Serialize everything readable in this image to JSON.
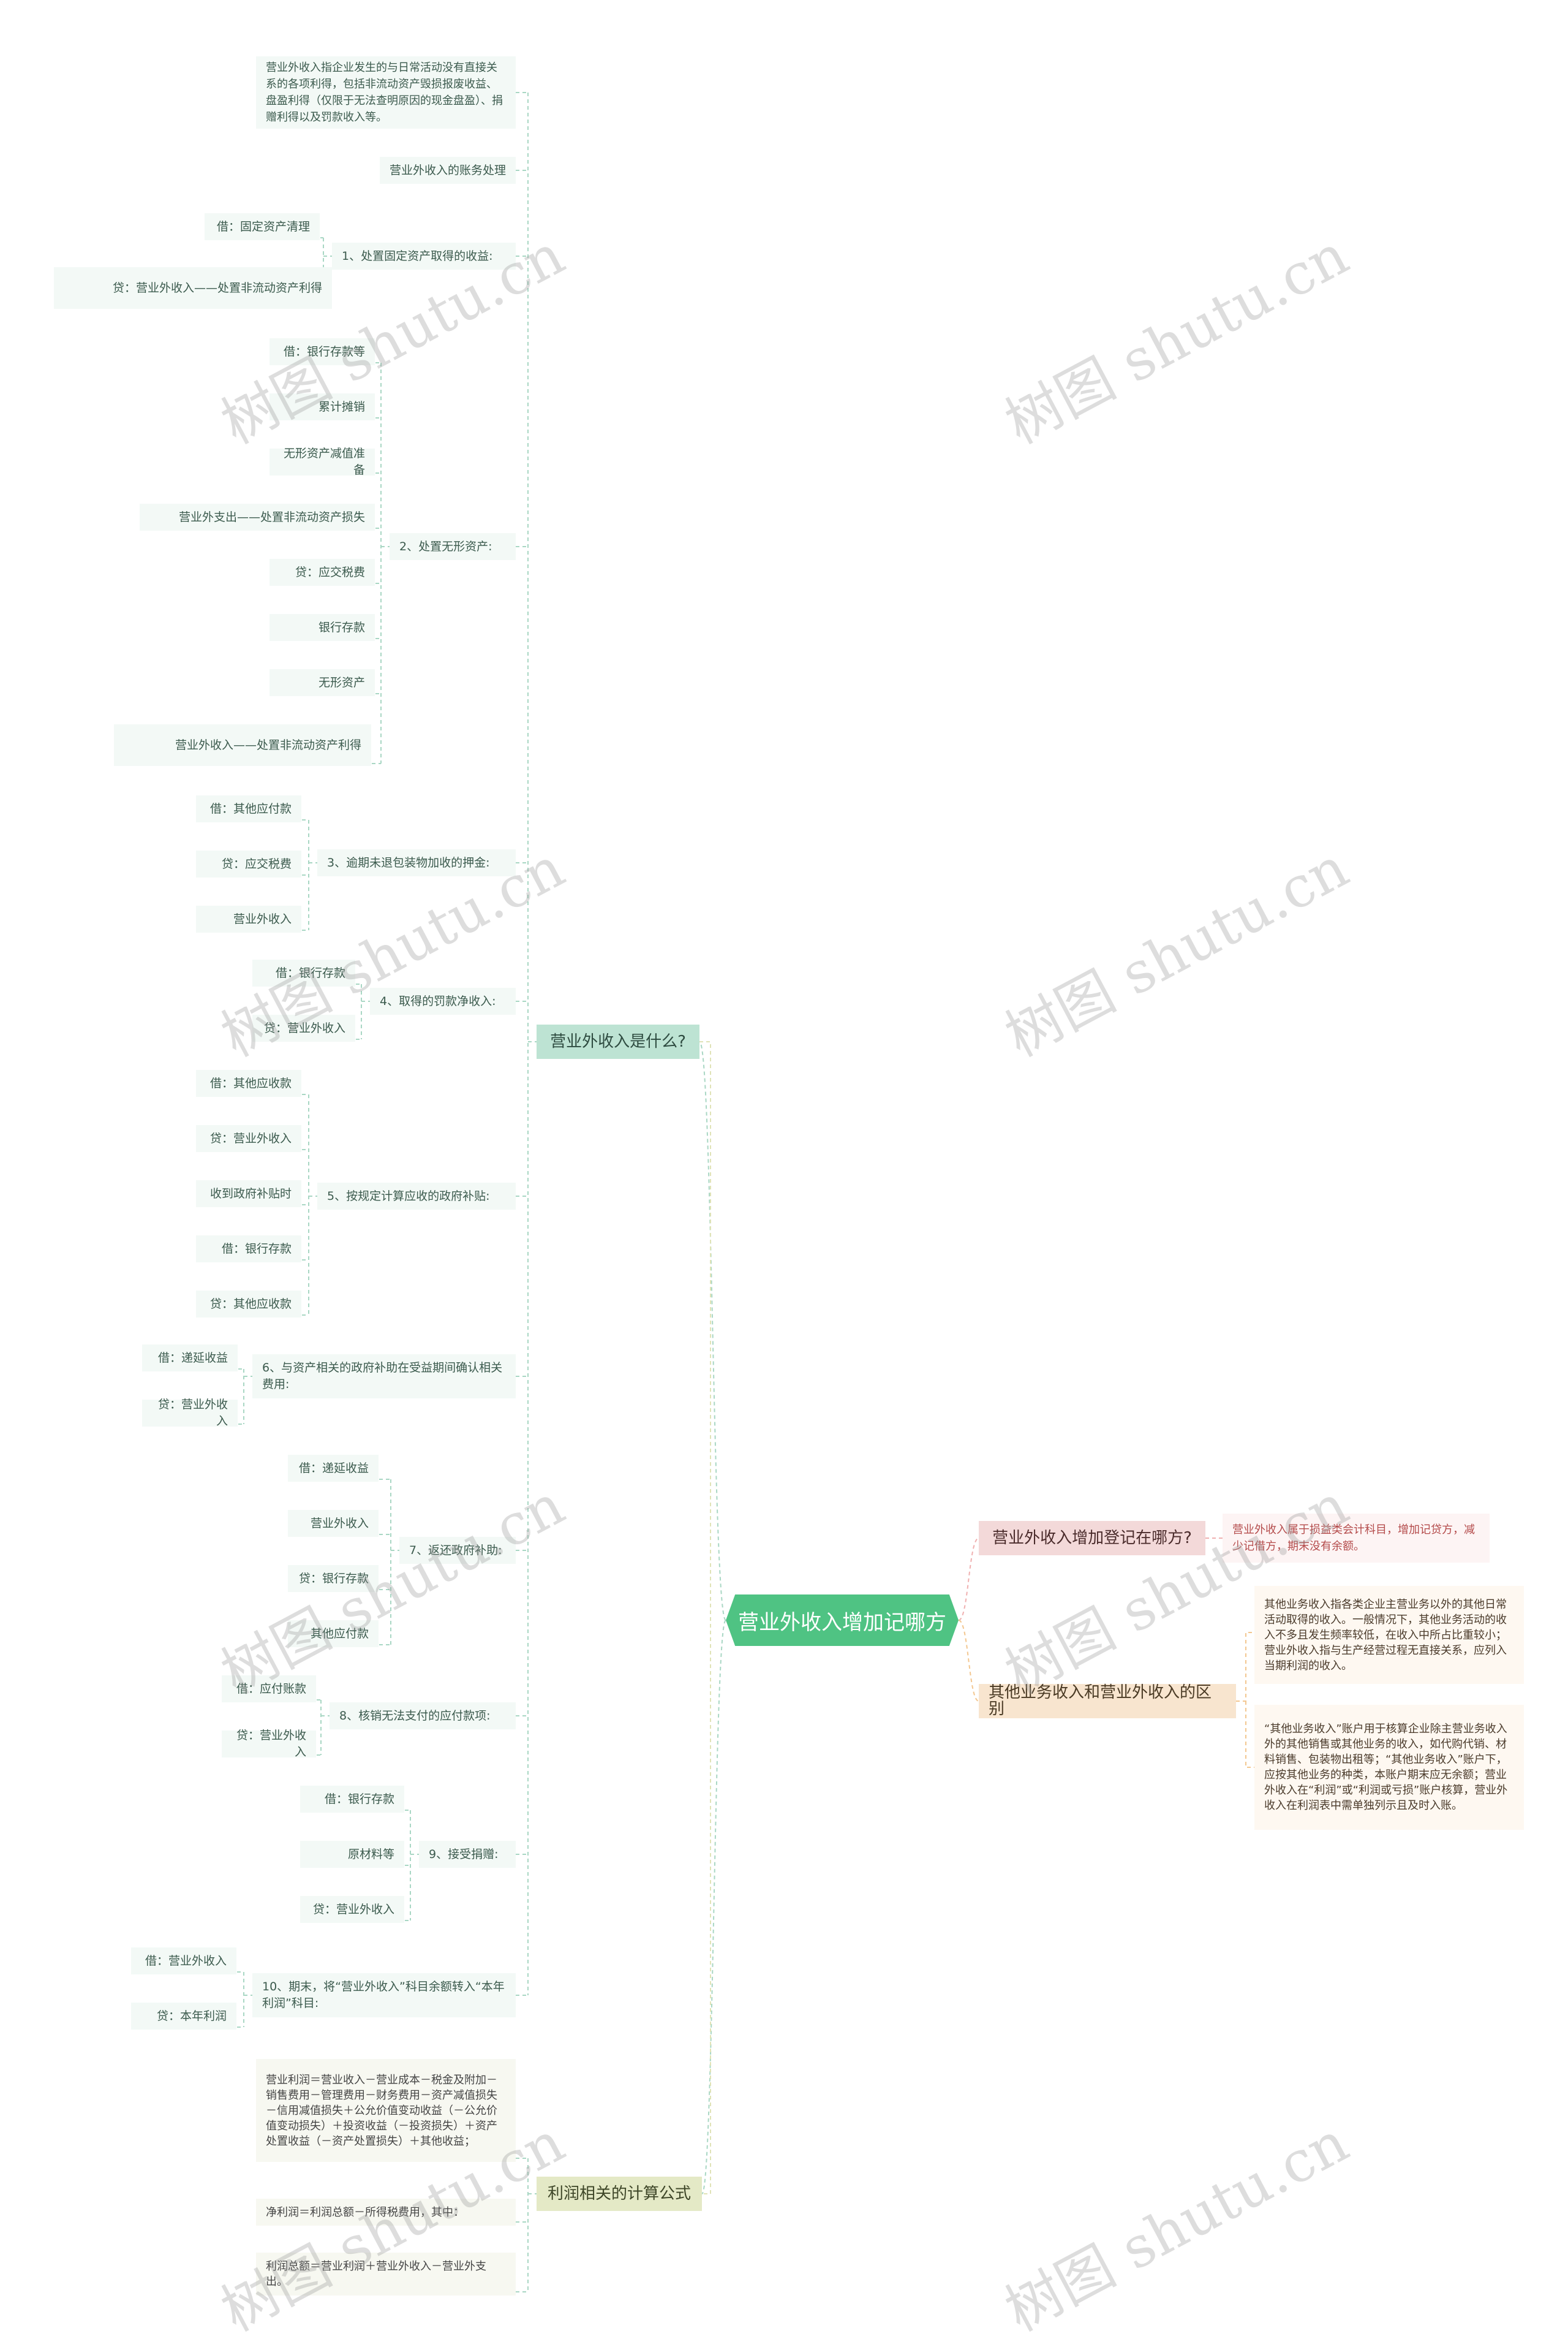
{
  "root": "营业外收入增加记哪方",
  "watermark": "树图 shutu.cn",
  "left": {
    "what": {
      "title": "营业外收入是什么?",
      "definition": "营业外收入指企业发生的与日常活动没有直接关系的各项利得，包括非流动资产毁损报废收益、盘盈利得（仅限于无法查明原因的现金盘盈）、捐赠利得以及罚款收入等。",
      "accounting": "营业外收入的账务处理",
      "groups": [
        {
          "label": "1、处置固定资产取得的收益:",
          "items": [
            "借：固定资产清理",
            "贷：营业外收入——处置非流动资产利得"
          ]
        },
        {
          "label": "2、处置无形资产:",
          "items": [
            "借：银行存款等",
            "累计摊销",
            "无形资产减值准备",
            "营业外支出——处置非流动资产损失",
            "贷：应交税费",
            "银行存款",
            "无形资产",
            "营业外收入——处置非流动资产利得"
          ]
        },
        {
          "label": "3、逾期未退包装物加收的押金:",
          "items": [
            "借：其他应付款",
            "贷：应交税费",
            "营业外收入"
          ]
        },
        {
          "label": "4、取得的罚款净收入:",
          "items": [
            "借：银行存款",
            "贷：营业外收入"
          ]
        },
        {
          "label": "5、按规定计算应收的政府补贴:",
          "items": [
            "借：其他应收款",
            "贷：营业外收入",
            "收到政府补贴时",
            "借：银行存款",
            "贷：其他应收款"
          ]
        },
        {
          "label": "6、与资产相关的政府补助在受益期间确认相关费用:",
          "items": [
            "借：递延收益",
            "贷：营业外收入"
          ]
        },
        {
          "label": "7、返还政府补助:",
          "items": [
            "借：递延收益",
            "营业外收入",
            "贷：银行存款",
            "其他应付款"
          ]
        },
        {
          "label": "8、核销无法支付的应付款项:",
          "items": [
            "借：应付账款",
            "贷：营业外收入"
          ]
        },
        {
          "label": "9、接受捐赠:",
          "items": [
            "借：银行存款",
            "原材料等",
            "贷：营业外收入"
          ]
        },
        {
          "label": "10、期末，将“营业外收入”科目余额转入“本年利润”科目:",
          "items": [
            "借：营业外收入",
            "贷：本年利润"
          ]
        }
      ]
    },
    "formula": {
      "title": "利润相关的计算公式",
      "items": [
        "营业利润＝营业收入－营业成本－税金及附加－销售费用－管理费用－财务费用－资产减值损失－信用减值损失＋公允价值变动收益（－公允价值变动损失）＋投资收益（－投资损失）＋资产处置收益（－资产处置损失）＋其他收益；",
        "净利润＝利润总额－所得税费用，其中：",
        "利润总额＝营业利润＋营业外收入－营业外支出。"
      ]
    }
  },
  "right": {
    "question": {
      "title": "营业外收入增加登记在哪方?",
      "answer": "营业外收入属于损益类会计科目，增加记贷方，减少记借方，期末没有余额。"
    },
    "difference": {
      "title": "其他业务收入和营业外收入的区别",
      "items": [
        "其他业务收入指各类企业主营业务以外的其他日常活动取得的收入。一般情况下，其他业务活动的收入不多且发生频率较低，在收入中所占比重较小；营业外收入指与生产经营过程无直接关系，应列入当期利润的收入。",
        "“其他业务收入”账户用于核算企业除主营业务收入外的其他销售或其他业务的收入，如代购代销、材料销售、包装物出租等；“其他业务收入”账户下，应按其他业务的种类，本账户期末应无余额；营业外收入在“利润”或“利润或亏损”账户核算，营业外收入在利润表中需单独列示且及时入账。"
      ]
    }
  },
  "colors": {
    "root": "#4fc383",
    "line": "#a9d7c4",
    "main": "#bde3d3",
    "question": "#f3d9d9",
    "difference": "#f8e5cf",
    "formula": "#e4e9c6"
  }
}
